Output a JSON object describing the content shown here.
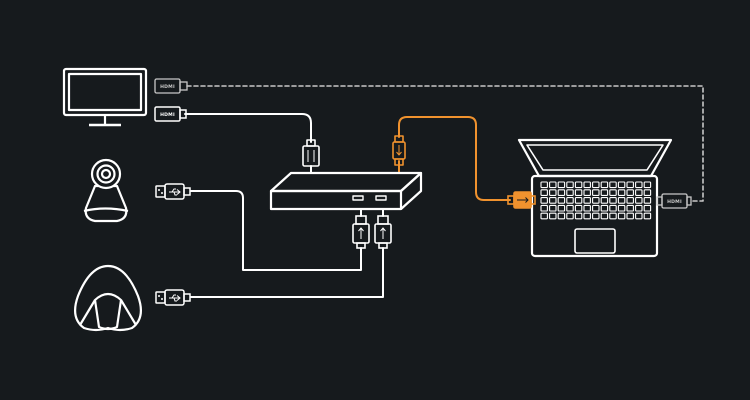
{
  "colors": {
    "background": "#161a1d",
    "line": "#ffffff",
    "usb_accent": "#f0922e",
    "hdmi_unused": "#c8c8c8"
  },
  "labels": {
    "hdmi_monitor_dashed": "HDMI",
    "hdmi_monitor": "HDMI",
    "hdmi_laptop": "HDMI"
  },
  "diagram": {
    "devices": [
      {
        "id": "monitor",
        "icon": "monitor-icon"
      },
      {
        "id": "ptz-camera",
        "icon": "camera-icon"
      },
      {
        "id": "speakerphone",
        "icon": "speakerphone-icon"
      },
      {
        "id": "hub",
        "icon": "usb-hub-icon"
      },
      {
        "id": "laptop",
        "icon": "laptop-icon"
      }
    ],
    "connections": [
      {
        "from": "monitor",
        "to": "hub",
        "type": "HDMI",
        "style": "solid"
      },
      {
        "from": "monitor",
        "to": "laptop",
        "type": "HDMI",
        "style": "dashed"
      },
      {
        "from": "ptz-camera",
        "to": "hub",
        "type": "USB",
        "style": "solid"
      },
      {
        "from": "speakerphone",
        "to": "hub",
        "type": "USB",
        "style": "solid"
      },
      {
        "from": "hub",
        "to": "laptop",
        "type": "USB",
        "style": "solid",
        "highlight": true
      }
    ]
  }
}
